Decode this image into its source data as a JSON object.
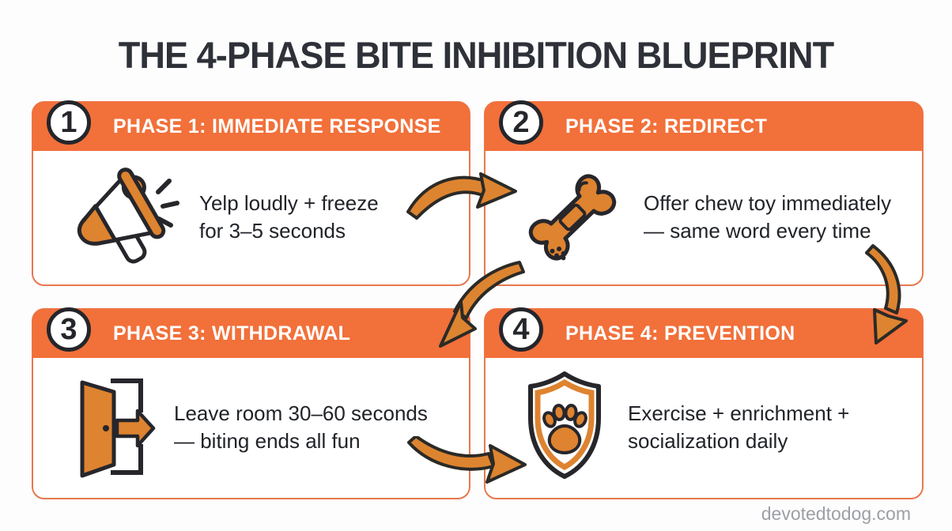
{
  "title": "THE 4-PHASE BITE INHIBITION BLUEPRINT",
  "watermark": "devotedtodog.com",
  "colors": {
    "header_orange": "#F2703A",
    "icon_orange": "#DE8330",
    "arrow_orange": "#DD8430",
    "outline_dark": "#26262B",
    "card_border": "#E8784E",
    "title_text": "#2E3138",
    "body_text": "#202328",
    "watermark_gray": "#9CA0A5"
  },
  "phases": [
    {
      "number": "1",
      "label": "PHASE 1: IMMEDIATE RESPONSE",
      "icon": "megaphone-icon",
      "lines": [
        "Yelp loudly + freeze",
        "for 3–5 seconds"
      ]
    },
    {
      "number": "2",
      "label": "PHASE 2: REDIRECT",
      "icon": "bone-icon",
      "lines": [
        "Offer chew toy immediately",
        "— same word every time"
      ]
    },
    {
      "number": "3",
      "label": "PHASE 3: WITHDRAWAL",
      "icon": "door-exit-icon",
      "lines": [
        "Leave room 30–60 seconds",
        "— biting ends all fun"
      ]
    },
    {
      "number": "4",
      "label": "PHASE 4: PREVENTION",
      "icon": "shield-paw-icon",
      "lines": [
        "Exercise + enrichment +",
        "socialization daily"
      ]
    }
  ],
  "arrows": [
    {
      "name": "arrow-phase1-to-phase2",
      "direction": "right"
    },
    {
      "name": "arrow-phase2-to-phase3",
      "direction": "down-left"
    },
    {
      "name": "arrow-phase2-to-phase4",
      "direction": "down"
    },
    {
      "name": "arrow-phase3-to-phase4",
      "direction": "right"
    }
  ]
}
